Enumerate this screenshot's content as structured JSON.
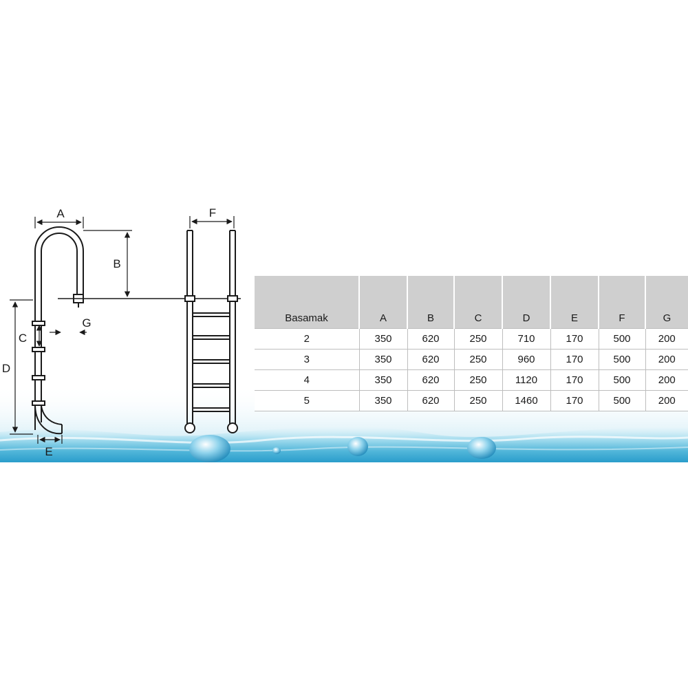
{
  "dimension_labels": {
    "A": "A",
    "B": "B",
    "C": "C",
    "D": "D",
    "E": "E",
    "F": "F",
    "G": "G"
  },
  "table": {
    "headers": [
      "Basamak",
      "A",
      "B",
      "C",
      "D",
      "E",
      "F",
      "G"
    ],
    "rows": [
      [
        "2",
        "350",
        "620",
        "250",
        "710",
        "170",
        "500",
        "200"
      ],
      [
        "3",
        "350",
        "620",
        "250",
        "960",
        "170",
        "500",
        "200"
      ],
      [
        "4",
        "350",
        "620",
        "250",
        "1120",
        "170",
        "500",
        "200"
      ],
      [
        "5",
        "350",
        "620",
        "250",
        "1460",
        "170",
        "500",
        "200"
      ]
    ]
  },
  "colors": {
    "water_light": "#b9e6f3",
    "water_mid": "#55b9db",
    "water_dark": "#1f8fc0",
    "line": "#1a1a1a",
    "header_bg": "#cfcfcf"
  }
}
